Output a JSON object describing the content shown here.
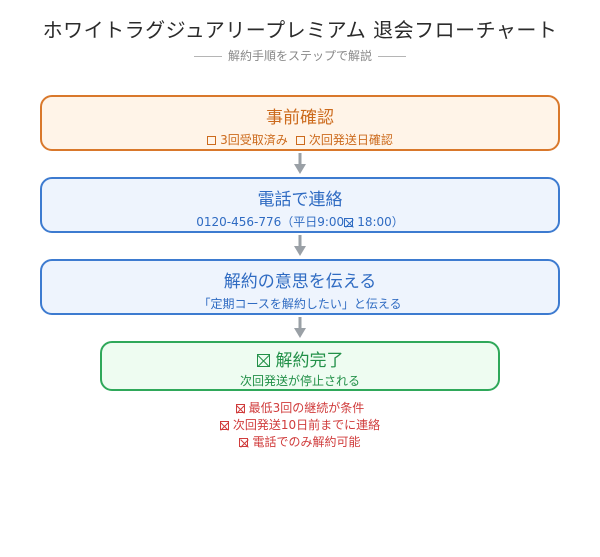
{
  "title": "ホワイトラグジュアリープレミアム 退会フローチャート",
  "subtitle": "解約手順をステップで解説",
  "steps": {
    "confirm": {
      "title": "事前確認",
      "check1": "3回受取済み",
      "check2": "次回発送日確認"
    },
    "phone": {
      "title": "電話で連絡",
      "detail_a": "0120-456-776（平日9:00",
      "detail_b": "18:00）"
    },
    "intent": {
      "title": "解約の意思を伝える",
      "detail": "「定期コースを解約したい」と伝える"
    },
    "done": {
      "title": "解約完了",
      "detail": "次回発送が停止される"
    }
  },
  "notes": [
    "最低3回の継続が条件",
    "次回発送10日前までに連絡",
    "電話でのみ解約可能"
  ],
  "colors": {
    "orange": "#d9782b",
    "blue": "#3d7bd0",
    "green": "#2fa85a",
    "red": "#d03c3c",
    "arrow": "#9aa0a6"
  }
}
